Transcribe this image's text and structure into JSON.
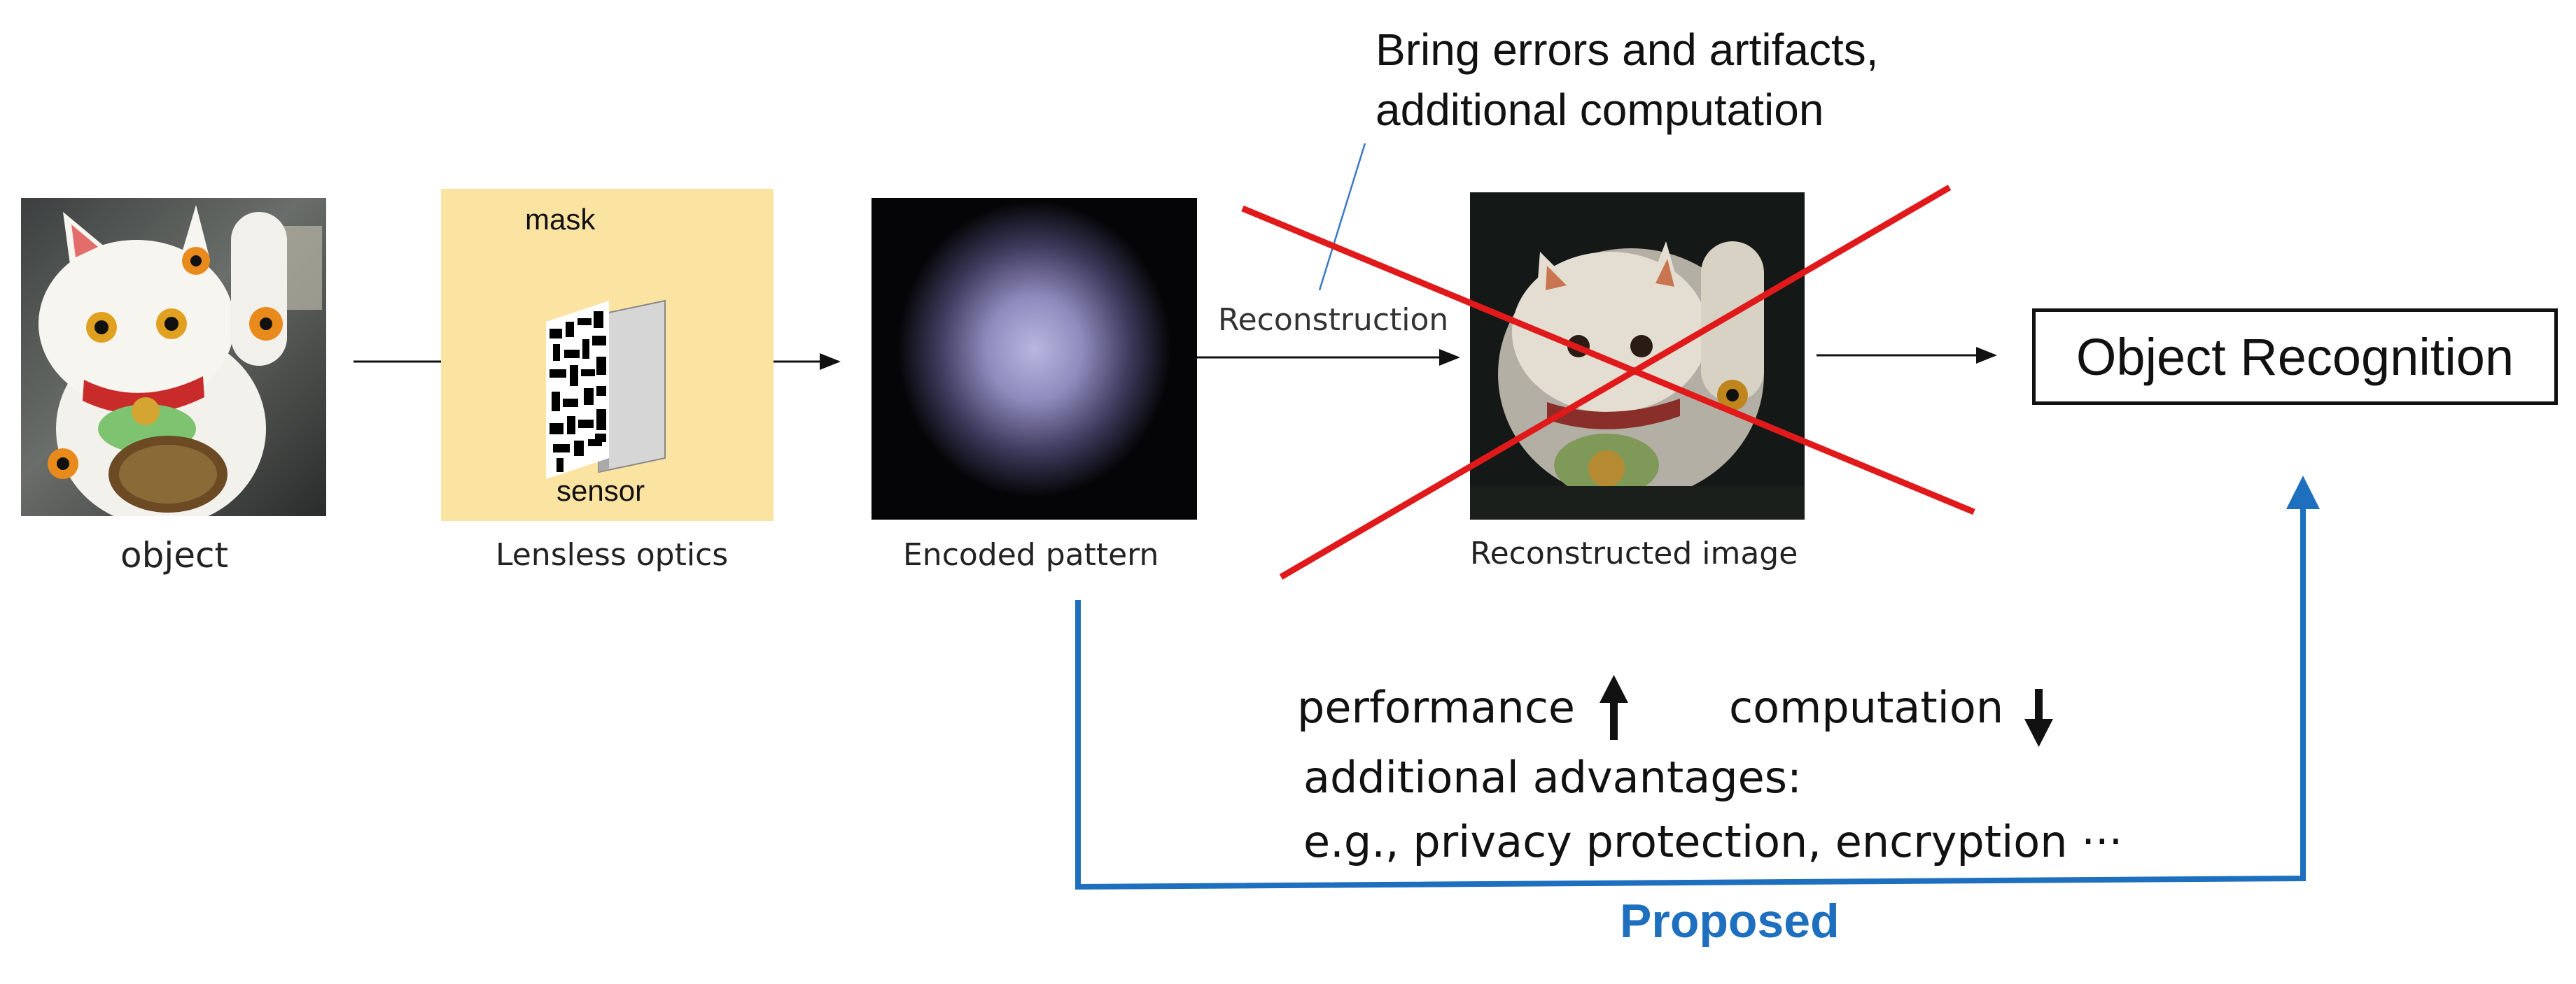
{
  "stages": {
    "object": {
      "caption": "object"
    },
    "optics": {
      "caption": "Lensless optics",
      "mask_label": "mask",
      "sensor_label": "sensor"
    },
    "encoded": {
      "caption": "Encoded pattern"
    },
    "reconstructed": {
      "caption": "Reconstructed image"
    },
    "recognition": {
      "label": "Object Recognition"
    }
  },
  "reconstruction_step": {
    "label": "Reconstruction",
    "callout": [
      "Bring errors and artifacts,",
      "additional computation"
    ]
  },
  "proposed": {
    "label": "Proposed",
    "performance": "performance",
    "computation": "computation",
    "advantages_title": "additional advantages:",
    "advantages_detail": "e.g., privacy protection, encryption ···"
  },
  "colors": {
    "proposed_blue": "#1f6fbf",
    "cross_red": "#e0191a",
    "optics_bg": "#fbe3a1"
  }
}
